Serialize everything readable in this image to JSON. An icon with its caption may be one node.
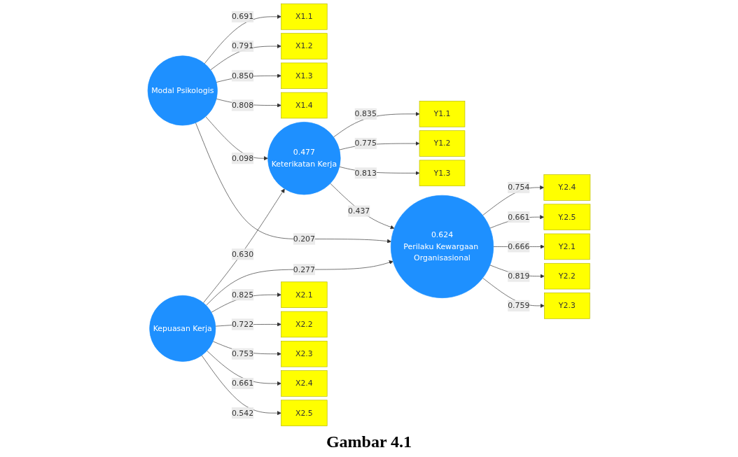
{
  "diagram": {
    "caption": "Gambar 4.1",
    "nodes": [
      {
        "text": [
          "X1.1"
        ]
      },
      {
        "text": [
          "X1.2"
        ]
      },
      {
        "text": [
          "X1.3"
        ]
      },
      {
        "text": [
          "X1.4"
        ]
      },
      {
        "text": [
          "Modal Psikologis"
        ]
      },
      {
        "text": [
          "Y1.1"
        ]
      },
      {
        "text": [
          "Y1.2"
        ]
      },
      {
        "text": [
          "Y1.3"
        ]
      },
      {
        "text": [
          "0.477",
          "Keterikatan Kerja"
        ]
      },
      {
        "text": [
          "0.624",
          "Perilaku Kewargaan Organisasional"
        ]
      },
      {
        "text": [
          "Y.2.4"
        ]
      },
      {
        "text": [
          "Y.2.5"
        ]
      },
      {
        "text": [
          "Y2.1"
        ]
      },
      {
        "text": [
          "Y2.2"
        ]
      },
      {
        "text": [
          "Y2.3"
        ]
      },
      {
        "text": [
          "X2.1"
        ]
      },
      {
        "text": [
          "X2.2"
        ]
      },
      {
        "text": [
          "X2.3"
        ]
      },
      {
        "text": [
          "X2.4"
        ]
      },
      {
        "text": [
          "X2.5"
        ]
      },
      {
        "text": [
          "Kepuasan Kerja"
        ]
      }
    ],
    "edges": [
      {
        "from": 4,
        "to": 0,
        "arrow": "to",
        "label": "0.691"
      },
      {
        "from": 4,
        "to": 1,
        "arrow": "to",
        "label": "0.791"
      },
      {
        "from": 4,
        "to": 2,
        "arrow": "to",
        "label": "0.850"
      },
      {
        "from": 4,
        "to": 3,
        "arrow": "to",
        "label": "0.808"
      },
      {
        "from": 4,
        "to": 8,
        "arrow": "to",
        "label": "0.098"
      },
      {
        "from": 4,
        "to": 9,
        "arrow": "to",
        "label": "0.207"
      },
      {
        "from": 8,
        "to": 5,
        "arrow": "to",
        "label": "0.835"
      },
      {
        "from": 8,
        "to": 6,
        "arrow": "to",
        "label": "0.775"
      },
      {
        "from": 8,
        "to": 7,
        "arrow": "to",
        "label": "0.813"
      },
      {
        "from": 8,
        "to": 9,
        "arrow": "to",
        "label": "0.437"
      },
      {
        "from": 9,
        "to": 10,
        "arrow": "to",
        "label": "0.754"
      },
      {
        "from": 9,
        "to": 11,
        "arrow": "to",
        "label": "0.661"
      },
      {
        "from": 9,
        "to": 12,
        "arrow": "to",
        "label": "0.666"
      },
      {
        "from": 9,
        "to": 13,
        "arrow": "to",
        "label": "0.819"
      },
      {
        "from": 9,
        "to": 14,
        "arrow": "to",
        "label": "0.759"
      },
      {
        "from": 20,
        "to": 8,
        "arrow": "to",
        "label": "0.630"
      },
      {
        "from": 20,
        "to": 9,
        "arrow": "to",
        "label": "0.277"
      },
      {
        "from": 20,
        "to": 15,
        "arrow": "to",
        "label": "0.825"
      },
      {
        "from": 20,
        "to": 16,
        "arrow": "to",
        "label": "0.722"
      },
      {
        "from": 20,
        "to": 17,
        "arrow": "to",
        "label": "0.753"
      },
      {
        "from": 20,
        "to": 18,
        "arrow": "to",
        "label": "0.661"
      },
      {
        "from": 20,
        "to": 19,
        "arrow": "to",
        "label": "0.542"
      }
    ]
  }
}
